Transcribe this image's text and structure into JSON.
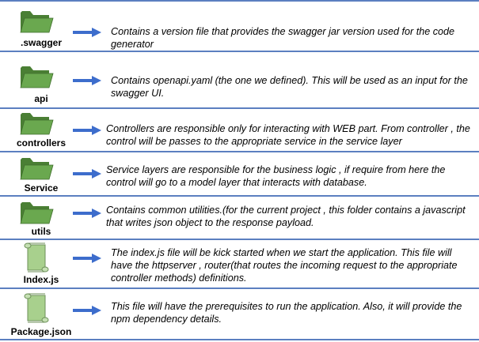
{
  "colors": {
    "folder_fill": "#6aa84f",
    "folder_dark": "#4a7f34",
    "scroll_fill": "#a8d08d",
    "arrow": "#3d6dcc",
    "divider": "#5b7fc0"
  },
  "rows": [
    {
      "icon": "folder-icon",
      "label": ".swagger",
      "description": "Contains a version file that provides the swagger jar version used for the code generator"
    },
    {
      "icon": "folder-icon",
      "label": "api",
      "description": "Contains openapi.yaml (the one we defined). This will be used as an input for the swagger UI."
    },
    {
      "icon": "folder-icon",
      "label": "controllers",
      "description": "Controllers are responsible only for interacting with WEB part. From controller , the control will be passes to the appropriate service in the service layer"
    },
    {
      "icon": "folder-icon",
      "label": "Service",
      "description": "Service layers are responsible for the business logic , if require from here the control will go to a model layer that interacts with database."
    },
    {
      "icon": "folder-icon",
      "label": "utils",
      "description": "Contains common utilities.(for the current project , this folder contains a javascript that writes json object to the response payload."
    },
    {
      "icon": "scroll-icon",
      "label": "Index.js",
      "description": "The index.js file will be kick started when we start the application. This file will have the httpserver , router(that routes the incoming request to the appropriate controller methods) definitions."
    },
    {
      "icon": "scroll-icon",
      "label": "Package.json",
      "description": "This file will have the prerequisites to run the application. Also, it will provide the npm dependency details."
    }
  ]
}
